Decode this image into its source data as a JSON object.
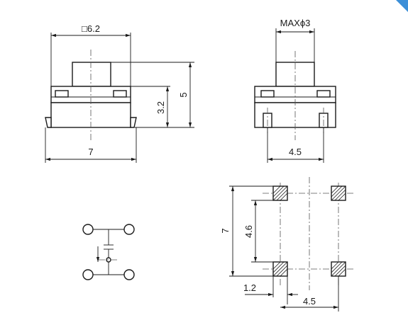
{
  "logo_color": "#3c8fd8",
  "front_view": {
    "body_size_label": "□6.2",
    "height_label": "5",
    "base_height_label": "3.2",
    "width_label": "7"
  },
  "side_view": {
    "plunger_label": "MAXϕ3",
    "pin_pitch_label": "4.5"
  },
  "pcb_layout": {
    "pitch_y_outer_label": "7",
    "pitch_y_inner_label": "4.6",
    "pad_size_label": "1.2",
    "pitch_x_label": "4.5"
  }
}
